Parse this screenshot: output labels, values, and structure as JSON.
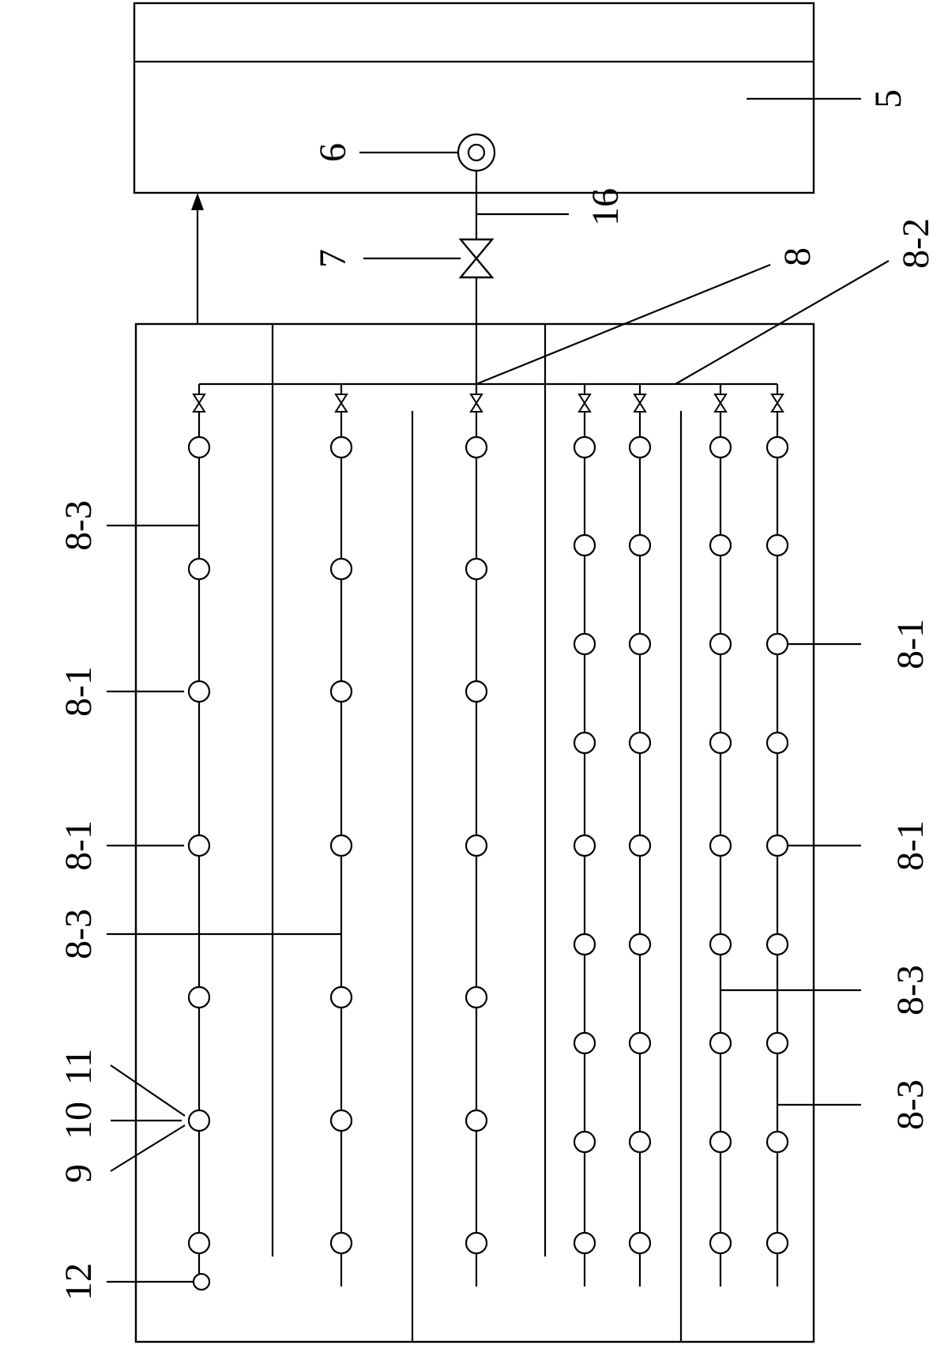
{
  "labels": {
    "tank": "5",
    "pump": "6",
    "valve": "7",
    "manifold": "8",
    "manifold_branch": "8-2",
    "header_pipe": "16",
    "nozzle": "8-1",
    "pipe": "8-3",
    "part_9": "9",
    "part_10": "10",
    "part_11": "11",
    "end_cap": "12"
  }
}
